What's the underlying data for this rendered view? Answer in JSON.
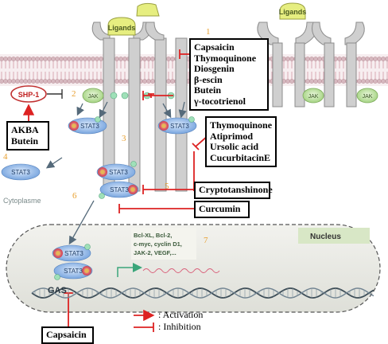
{
  "labels": {
    "ligands": "Ligands",
    "jak": "JAK",
    "stat3": "STAT3",
    "shp1": "SHP-1",
    "p": "P",
    "cytoplasm": "Cytoplasme",
    "nucleus": "Nucleus",
    "gas": "GAS"
  },
  "genes": [
    "Bcl-XL, Bcl-2,",
    "c-myc, cyclin D1,",
    "JAK-2, VEGF,..."
  ],
  "step_numbers": [
    "1",
    "2",
    "3",
    "4",
    "5",
    "6",
    "7"
  ],
  "boxes": {
    "receptor_inhibitors": [
      "Capsaicin",
      "Thymoquinone",
      "Diosgenin",
      "β-escin",
      "Butein",
      "γ-tocotrienol"
    ],
    "shp1_activators": [
      "AKBA",
      "Butein"
    ],
    "jak_stat_inhibitors": [
      "Thymoquinone",
      "Atiprimod",
      "Ursolic acid",
      "CucurbitacinE"
    ],
    "dimerization_inhibitor": "Cryptotanshinone",
    "translocation_inhibitor": "Curcumin",
    "gas_inhibitor": "Capsaicin"
  },
  "legend": {
    "activation": ": Activation",
    "inhibition": ": Inhibition"
  },
  "colors": {
    "inhibition": "#dd2222",
    "activation": "#dd2222",
    "stat3": "#8ab2e6",
    "jak": "#bfe3a4",
    "phospho": "#9fe0b8",
    "ligand": "#e6ee80",
    "receptor": "#c8c8c8",
    "membrane": "#d9b4bc"
  }
}
